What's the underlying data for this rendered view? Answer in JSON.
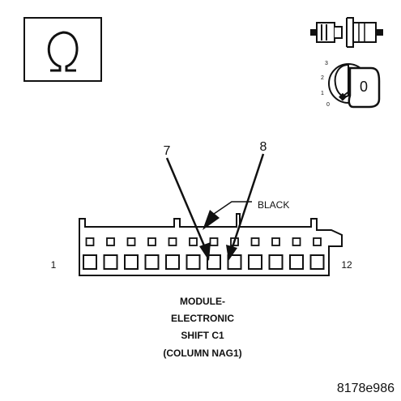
{
  "symbols": {
    "ohmmeter_icon": "ohm-symbol",
    "connector_plug_icon": "disconnected-connector",
    "ignition_icon": "ignition-key-switch"
  },
  "ignition": {
    "positions": [
      "3",
      "2",
      "1",
      "0"
    ],
    "key_label": "0"
  },
  "pins": {
    "callout_a": "7",
    "callout_b": "8",
    "left_end": "1",
    "right_end": "12"
  },
  "connector": {
    "color_label": "BLACK",
    "name_lines": [
      "MODULE-",
      "ELECTRONIC",
      "SHIFT C1",
      "(COLUMN NAG1)"
    ]
  },
  "figure_id": "8178e986",
  "colors": {
    "ink": "#111111",
    "background": "#ffffff"
  }
}
